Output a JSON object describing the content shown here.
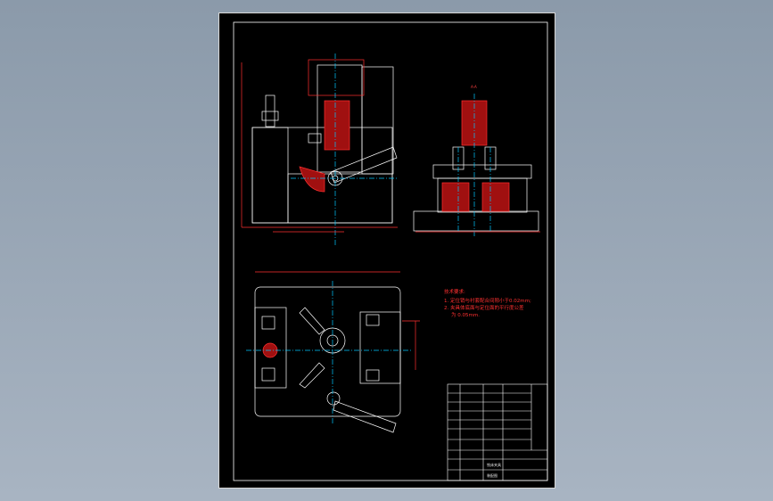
{
  "drawing": {
    "colors": {
      "background": "#000000",
      "outline": "#ffffff",
      "center_line": "#00c8ff",
      "dimension": "#ff3030",
      "hatch": "#ff2020"
    },
    "technical_requirements": {
      "title": "技术要求:",
      "lines": [
        "1. 定位销与衬套配合间隙小于0.02mm;",
        "2. 夹具体底面与定位面的平行度公差",
        "为 0.05mm."
      ]
    },
    "section_label": "A-A",
    "title_block": {
      "drawing_name": "铣床夹具",
      "drawing_no": "装配图"
    }
  }
}
